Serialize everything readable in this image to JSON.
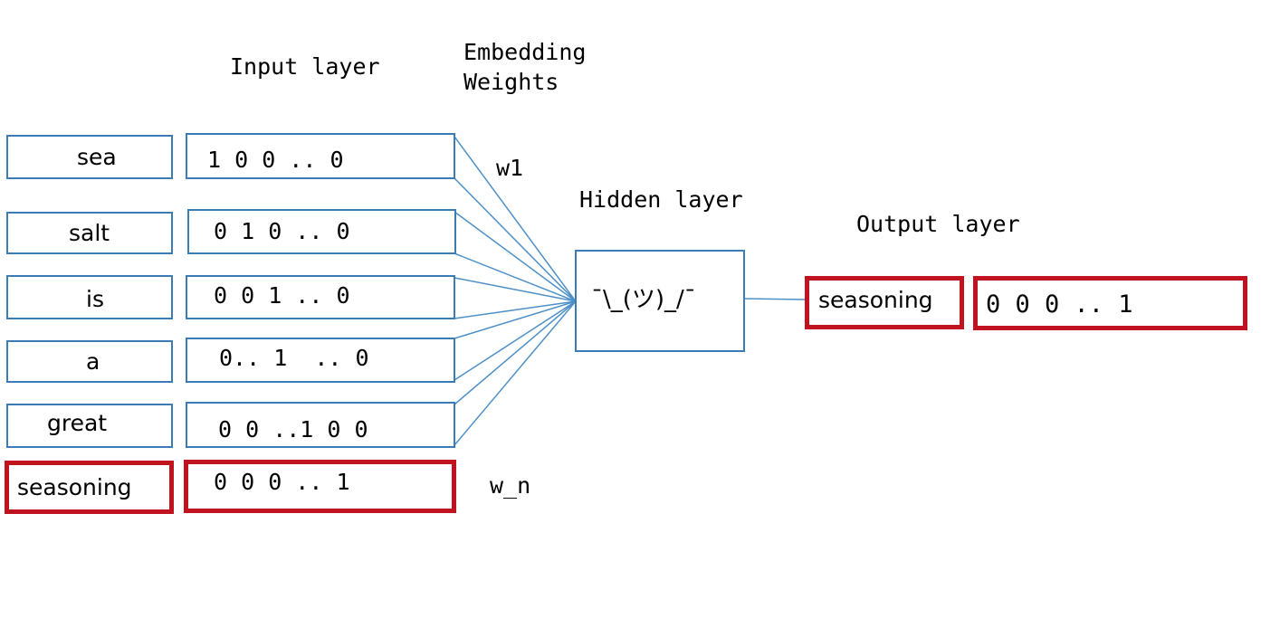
{
  "headers": {
    "input_layer": "Input layer",
    "embedding_weights": "Embedding\nWeights",
    "hidden_layer": "Hidden layer",
    "output_layer": "Output layer"
  },
  "weight_labels": {
    "first": "w1",
    "last": "w_n"
  },
  "inputs": [
    {
      "word": "sea",
      "vector": "1 0 0 .. 0"
    },
    {
      "word": "salt",
      "vector": "0 1 0 .. 0"
    },
    {
      "word": "is",
      "vector": "0 0 1 .. 0"
    },
    {
      "word": "a",
      "vector": "0.. 1  .. 0"
    },
    {
      "word": "great",
      "vector": "0 0 ..1 0 0"
    },
    {
      "word": "seasoning",
      "vector": "0 0 0 .. 1"
    }
  ],
  "hidden": {
    "content": "¯\\_(ツ)_/¯"
  },
  "output": {
    "word": "seasoning",
    "vector": "0 0 0 .. 1"
  },
  "colors": {
    "box_border": "#3a7cb3",
    "wire": "#4d90c8",
    "highlight": "#c1121f",
    "text": "#000000"
  }
}
